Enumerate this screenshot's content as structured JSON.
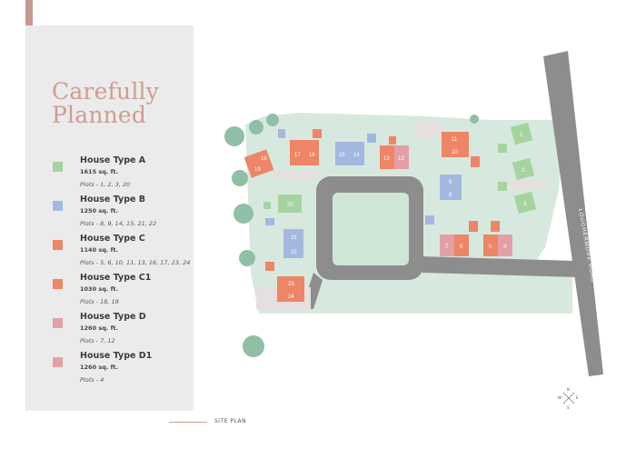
{
  "title_line1": "Carefully",
  "title_line2": "Planned",
  "legend": [
    {
      "name": "House Type A",
      "area": "1615 sq. ft.",
      "plots": "Plots - 1, 2, 3, 20",
      "color": "#a6d4a0"
    },
    {
      "name": "House Type B",
      "area": "1250 sq. ft.",
      "plots": "Plots - 8, 9, 14, 15, 21, 22",
      "color": "#a3b8df"
    },
    {
      "name": "House Type C",
      "area": "1140 sq. ft.",
      "plots": "Plots - 5, 6, 10, 11, 13, 16, 17, 23, 24",
      "color": "#ee8566"
    },
    {
      "name": "House Type C1",
      "area": "1030 sq. ft.",
      "plots": "Plots - 18, 19",
      "color": "#ee8566"
    },
    {
      "name": "House Type D",
      "area": "1260 sq. ft.",
      "plots": "Plots - 7, 12",
      "color": "#e2a0a6"
    },
    {
      "name": "House Type D1",
      "area": "1260 sq. ft.",
      "plots": "Plots - 4",
      "color": "#e2a0a6"
    }
  ],
  "road_name": "LOUGHERMORE ROAD",
  "footer": "SITE PLAN",
  "plots": {
    "p1": "1",
    "p2": "2",
    "p3": "3",
    "p4": "4",
    "p5": "5",
    "p6": "6",
    "p7": "7",
    "p8": "8",
    "p9": "9",
    "p10": "10",
    "p11": "11",
    "p12": "12",
    "p13": "13",
    "p14": "14",
    "p15": "15",
    "p16": "16",
    "p17": "17",
    "p18": "18",
    "p19": "19",
    "p20": "20",
    "p21": "21",
    "p22": "22",
    "p23": "23",
    "p24": "24"
  },
  "compass": {
    "n": "N",
    "s": "S",
    "e": "E",
    "w": "W"
  }
}
